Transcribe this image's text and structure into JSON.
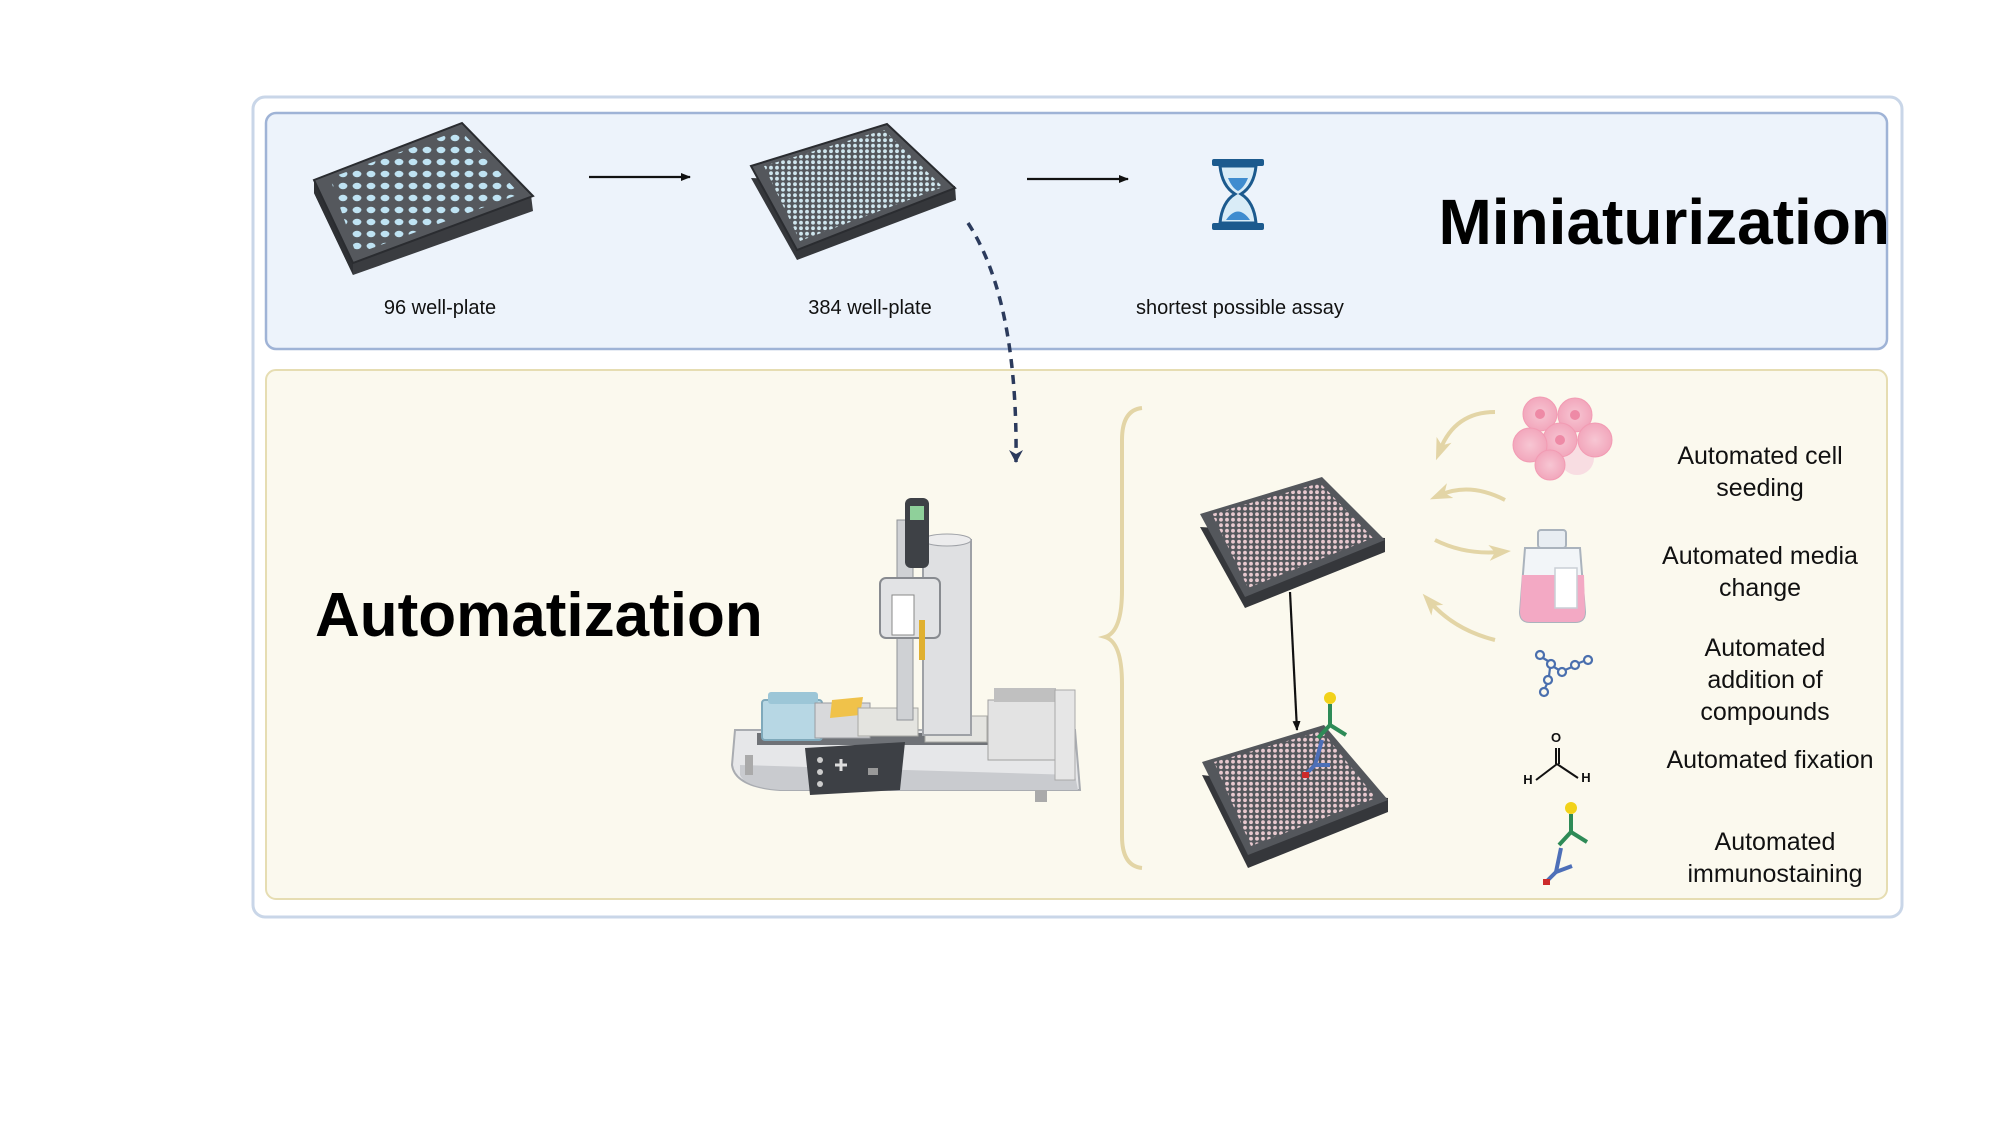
{
  "miniaturization": {
    "title": "Miniaturization",
    "items": [
      {
        "label": "96 well-plate"
      },
      {
        "label": "384 well-plate"
      },
      {
        "label": "shortest possible assay"
      }
    ]
  },
  "automatization": {
    "title": "Automatization",
    "steps": [
      {
        "label": "Automated cell seeding",
        "icon": "cell-cluster-icon"
      },
      {
        "label": "Automated media change",
        "icon": "culture-flask-icon"
      },
      {
        "label": "Automated addition of compounds",
        "icon": "compound-molecule-icon"
      },
      {
        "label": "Automated fixation",
        "icon": "formaldehyde-molecule-icon"
      },
      {
        "label": "Automated immunostaining",
        "icon": "antibody-icon"
      }
    ]
  },
  "colors": {
    "top_panel_fill": "#edf3fb",
    "top_panel_border": "#9fb3d6",
    "bottom_panel_fill": "#fbf9ee",
    "bottom_panel_border": "#e6ddb2",
    "outer_border": "#c9d6e8",
    "plate_dark": "#4a4d52",
    "well_blue": "#bfe3f3",
    "well_pink": "#e8c9cf",
    "hourglass_blue": "#1c5a8e",
    "dashed_arrow": "#2b3a5c",
    "curved_arrow": "#e3d5a6"
  }
}
